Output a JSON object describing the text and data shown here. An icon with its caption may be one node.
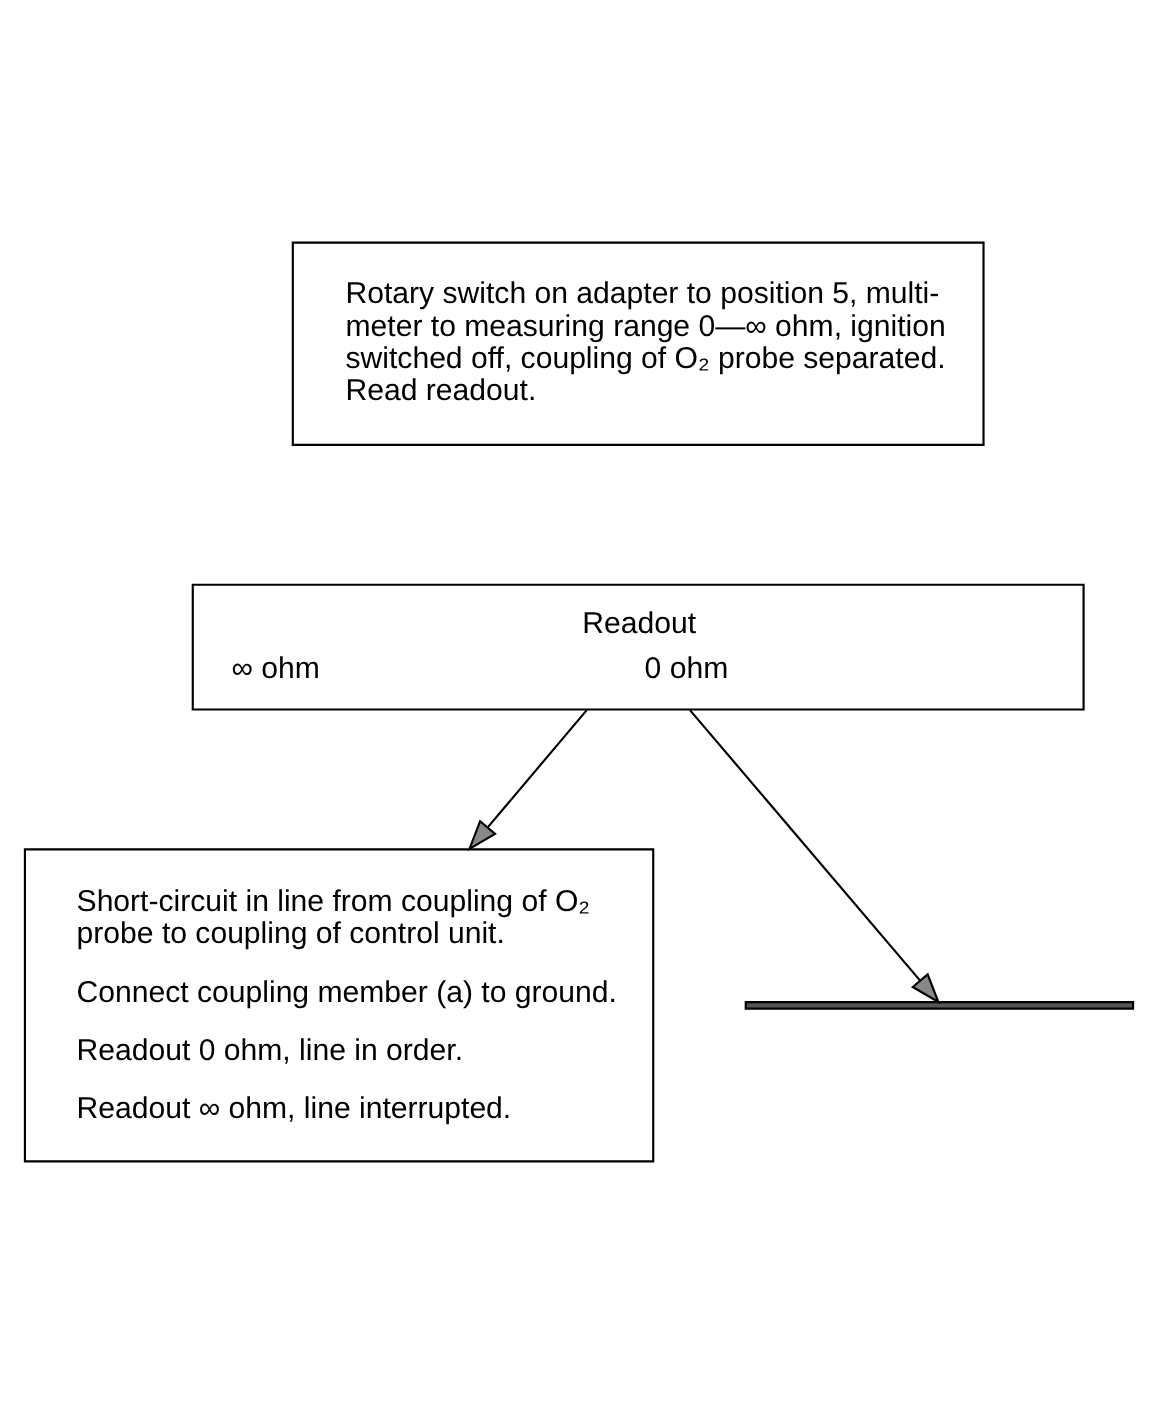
{
  "diagram": {
    "nodes": [
      {
        "text": [
          "Rotary switch on adapter to position 5, multi-meter to measuring range 0—∞ ohm, ignition switched off, coupling of O₂ probe separated. Read readout."
        ]
      },
      {
        "text": [
          "Readout",
          "∞ ohm",
          "0 ohm"
        ]
      },
      {
        "text": [
          "Short-circuit in line from coupling of O₂ probe to coupling of control unit.",
          "Connect coupling member (a) to ground.",
          "Readout 0 ohm, line in order.",
          "Readout ∞ ohm, line interrupted."
        ]
      },
      {
        "text": [],
        "shape": "bar"
      }
    ],
    "edges": [
      {
        "from": 1,
        "to": 3,
        "arrow": "to"
      },
      {
        "from": 1,
        "to": 2,
        "arrow": "to"
      }
    ]
  }
}
